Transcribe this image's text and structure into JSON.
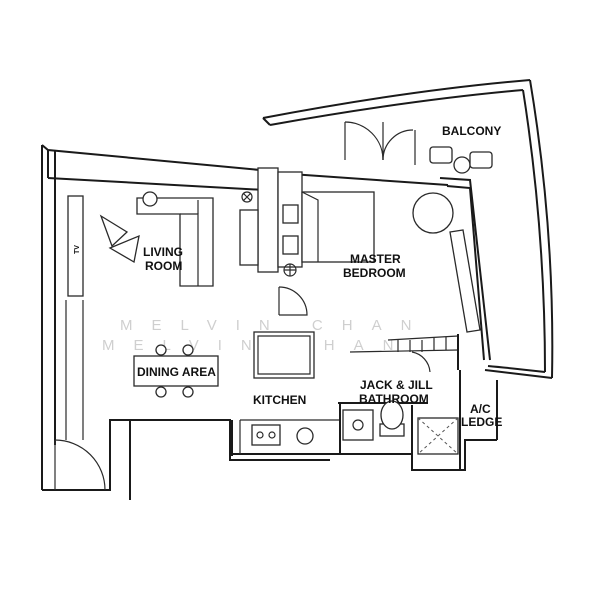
{
  "rooms": {
    "balcony": "BALCONY",
    "living_1": "LIVING",
    "living_2": "ROOM",
    "master_1": "MASTER",
    "master_2": "BEDROOM",
    "dining": "DINING AREA",
    "kitchen": "KITCHEN",
    "bath_1": "JACK & JILL",
    "bath_2": "BATHROOM",
    "ac_1": "A/C",
    "ac_2": "LEDGE"
  },
  "fixtures": {
    "tv": "TV"
  },
  "watermark": {
    "line1": "MELVIN CHAN",
    "line2": "MELVIN CHAN"
  }
}
